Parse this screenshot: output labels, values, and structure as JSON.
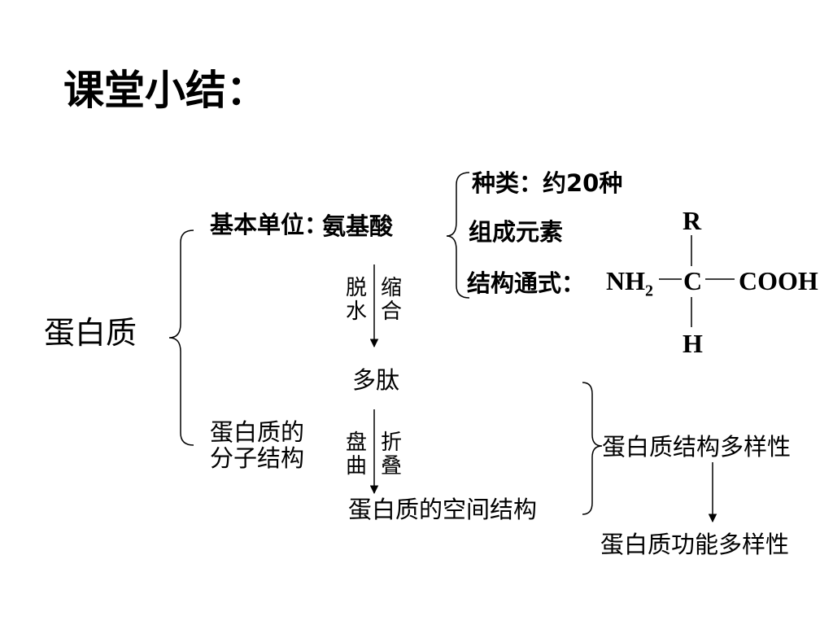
{
  "title": "课堂小结：",
  "root": "蛋白质",
  "basic_unit": {
    "label": "基本单位：",
    "name": "氨基酸"
  },
  "amino_acid": {
    "types": "种类：约20种",
    "elements": "组成元素",
    "formula_label": "结构通式："
  },
  "formula": {
    "r": "R",
    "nh2": "NH",
    "nh2_sub": "2",
    "c": "C",
    "cooh": "COOH",
    "h": "H"
  },
  "step1": {
    "left": "脱\n水",
    "right": "缩\n合"
  },
  "polypeptide": "多肽",
  "molecular": "蛋白质的\n分子结构",
  "step2": {
    "left": "盘\n曲",
    "right": "折\n叠"
  },
  "spatial": "蛋白质的空间结构",
  "diversity": {
    "structure": "蛋白质结构多样性",
    "function": "蛋白质功能多样性"
  }
}
